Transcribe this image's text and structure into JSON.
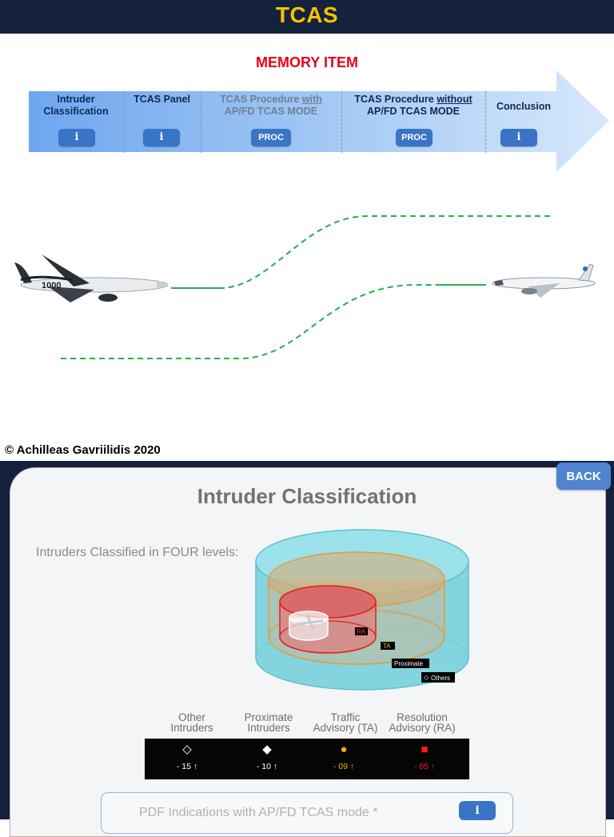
{
  "header": {
    "title": "TCAS"
  },
  "memory_label": "MEMORY ITEM",
  "steps": [
    {
      "line1": "Intruder",
      "line2": "Classification",
      "button": "i"
    },
    {
      "line1": "TCAS Panel",
      "line2": "",
      "button": "i"
    },
    {
      "line1_a": "TCAS Procedure ",
      "line1_b": "with",
      "line2": "AP/FD TCAS MODE",
      "button": "PROC"
    },
    {
      "line1_a": "TCAS Procedure ",
      "line1_b": "without",
      "line2": "AP/FD TCAS MODE",
      "button": "PROC"
    },
    {
      "line1": "Conclusion",
      "line2": "",
      "button": "i"
    }
  ],
  "copyright": "© Achilleas Gavriilidis 2020",
  "app": {
    "back_label": "BACK",
    "title": "Intruder Classification",
    "intro": "Intruders Classified in FOUR levels:",
    "diagram_labels": {
      "ra": "RA",
      "ta": "TA",
      "proximate": "Proximate",
      "others": "Others"
    },
    "legend": [
      {
        "line1": "Other",
        "line2": "Intruders",
        "symbol": "◇",
        "value": "- 15 ↑",
        "color": "#ffffff"
      },
      {
        "line1": "Proximate",
        "line2": "Intruders",
        "symbol": "◆",
        "value": "- 10 ↑",
        "color": "#ffffff"
      },
      {
        "line1": "Traffic",
        "line2": "Advisory (TA)",
        "symbol": "●",
        "value": "- 09 ↑",
        "color": "#f5a623"
      },
      {
        "line1": "Resolution",
        "line2": "Advisory (RA)",
        "symbol": "■",
        "value": "- 05 ↑",
        "color": "#ff1a1a"
      }
    ],
    "pdf_label": "PDF Indications with AP/FD TCAS mode *",
    "pdf_button": "i"
  },
  "colors": {
    "navy": "#14223d",
    "title_yellow": "#f7c300",
    "memory_red": "#e8001c",
    "button_blue": "#3a74c6",
    "path_green": "#22b14c"
  }
}
